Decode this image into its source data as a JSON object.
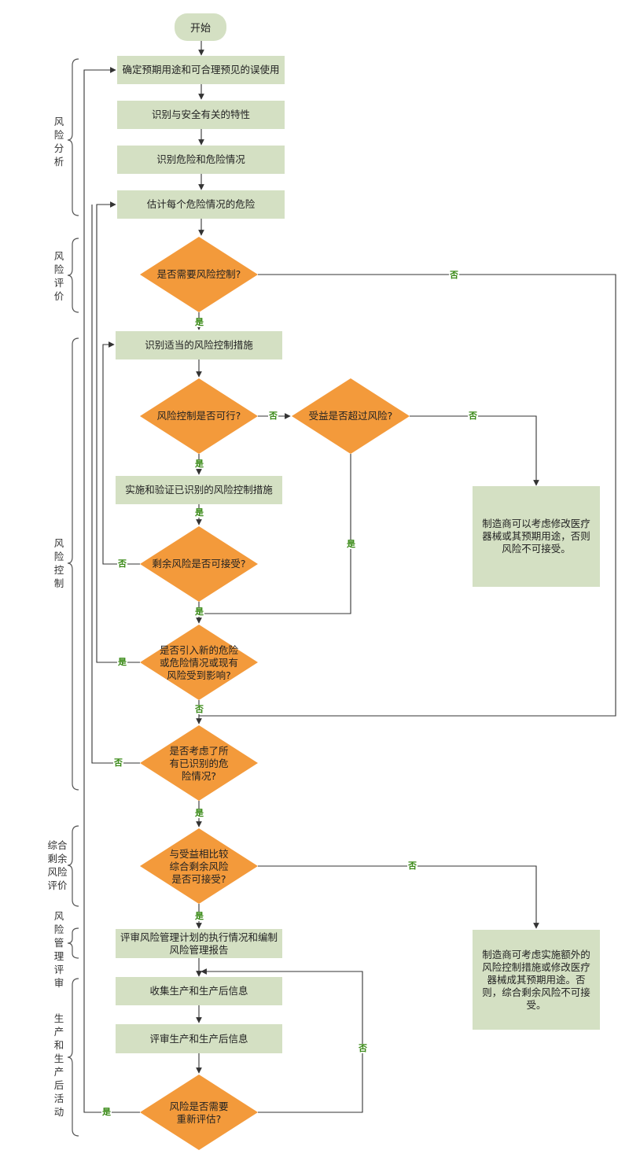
{
  "nodes": {
    "start": "开始",
    "s1": "确定预期用途和可合理预见的误使用",
    "s2": "识别与安全有关的特性",
    "s3": "识别危险和危险情况",
    "s4": "估计每个危险情况的危险",
    "d1": "是否需要风险控制?",
    "s5": "识别适当的风险控制措施",
    "d2": "风险控制是否可行?",
    "d3": "受益是否超过风险?",
    "n1": "制造商可以考虑修改医疗器械或其预期用途，否则风险不可接受。",
    "s6": "实施和验证已识别的风险控制措施",
    "d4": "剩余风险是否可接受?",
    "d5": "是否引入新的危险或危险情况或现有风险受到影响?",
    "d6": "是否考虑了所有已识别的危险情况?",
    "d7": "与受益相比较综合剩余风险是否可接受?",
    "n2": "制造商可考虑实施额外的风险控制措施或修改医疗器械成其预期用途。否则，综合剩余风险不可接受。",
    "s7": "评审风险管理计划的执行情况和编制风险管理报告",
    "s8": "收集生产和生产后信息",
    "s9": "评审生产和生产后信息",
    "d8": "风险是否需要重新评估?"
  },
  "edge_labels": {
    "yes": "是",
    "no": "否"
  },
  "phases": {
    "p1": "风险分析",
    "p2": "风险评价",
    "p3": "风险控制",
    "p4": "综合剩余风险评价",
    "p5": "风险管理评审",
    "p6": "生产和生产后活动"
  },
  "colors": {
    "box_fill": "#d4e0c3",
    "diamond_fill": "#f39a3b",
    "label_green": "#3a8a17",
    "line": "#333333"
  }
}
